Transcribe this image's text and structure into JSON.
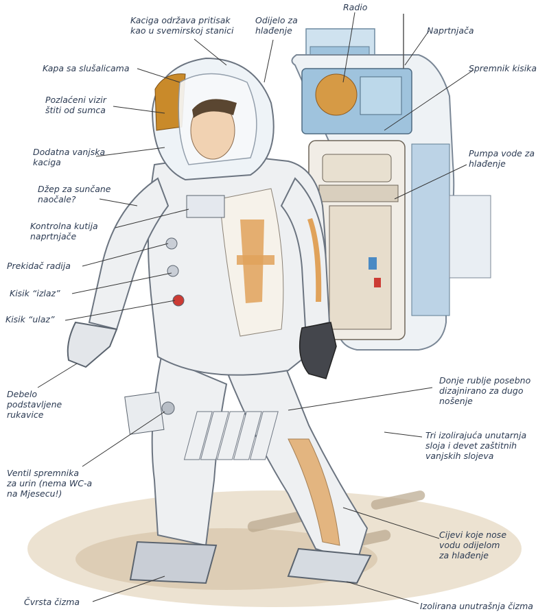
{
  "diagram": {
    "labels": {
      "kaciga_pritisak": "Kaciga održava pritisak\nkao u svemirskoj stanici",
      "odijelo_hladenje": "Odijelo za\nhlađenje",
      "radio": "Radio",
      "naprtnjaca": "Naprtnjača",
      "spremnik_kisika": "Spremnik kisika",
      "pumpa_vode": "Pumpa vode za\nhlađenje",
      "kapa_slusalice": "Kapa sa slušalicama",
      "pozlaceni_vizir": "Pozlaćeni vizir\nštiti od sumca",
      "dodatna_kaciga": "Dodatna vanjska\nkaciga",
      "dzep_naocale": "Džep za sunčane\nnaočale?",
      "kontrolna_kutija": "Kontrolna kutija\nnaprtnjače",
      "prekidac_radija": "Prekidač radija",
      "kisik_izlaz": "Kisik “izlaz”",
      "kisik_ulaz": "Kisik “ulaz”",
      "debelo_rukavice": "Debelo\npodstavljene\nrukavice",
      "ventil_urin": "Ventil spremnika\nza urin (nema WC-a\nna Mjesecu!)",
      "donje_rublje": "Donje rublje posebno\ndizajnirano za dugo\nnošenje",
      "tri_sloja": "Tri izolirajuća unutarnja\nsloja i devet zaštitnih\nvanjskih slojeva",
      "cijevi_voda": "Cijevi koje nose\nvodu odijelom\nza hlađenje",
      "cvrsta_cizma": "Čvrsta čizma",
      "izolirana_cizma": "Izolirana unutrašnja čizma"
    },
    "colors": {
      "label_text": "#2b3a52",
      "leader_line": "#333333",
      "suit_white": "#eef0f2",
      "suit_shadow": "#c9ced6",
      "visor_gold": "#c98a2a",
      "backpack_blue": "#9fc3dd",
      "cooling_orange": "#e0a25a",
      "ground": "#d8c7ad"
    }
  }
}
